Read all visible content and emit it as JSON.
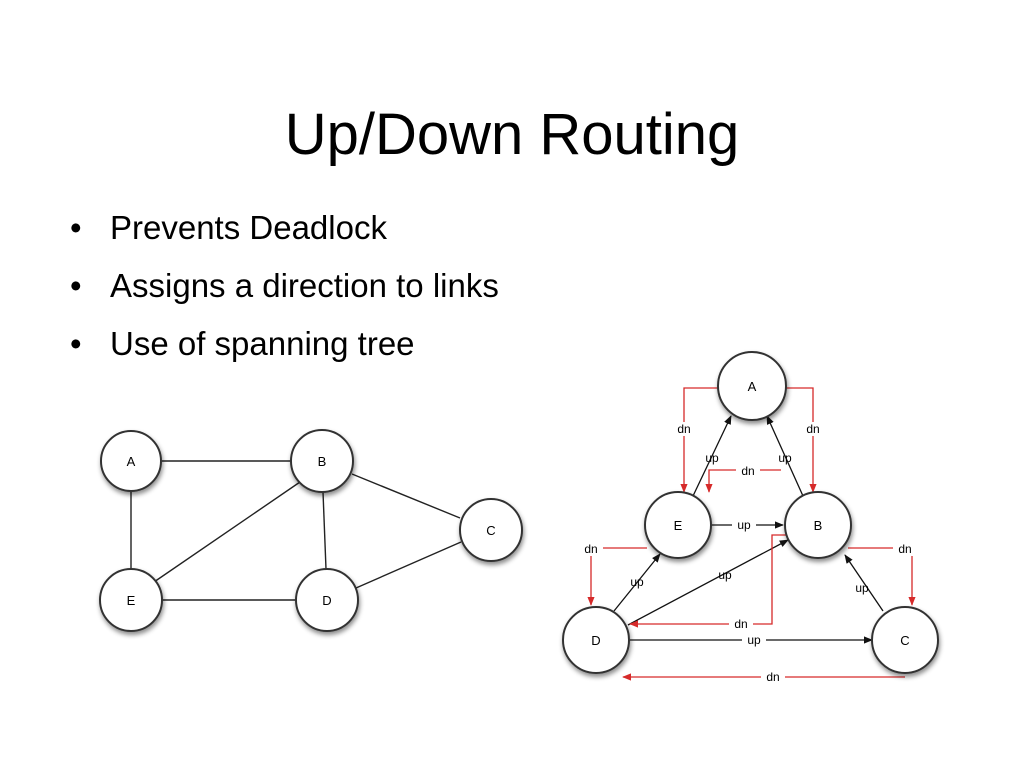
{
  "slide": {
    "title": "Up/Down Routing",
    "bullets": [
      "Prevents Deadlock",
      "Assigns a direction to links",
      "Use of spanning tree"
    ]
  },
  "left_graph": {
    "nodes": [
      "A",
      "B",
      "C",
      "D",
      "E"
    ]
  },
  "right_graph": {
    "nodes": [
      "A",
      "B",
      "C",
      "D",
      "E"
    ],
    "up_label": "up",
    "dn_label": "dn"
  },
  "colors": {
    "edge": "#222222",
    "dn_arrow": "#d62a2a",
    "node_fill": "#ffffff",
    "node_stroke": "#333333"
  }
}
